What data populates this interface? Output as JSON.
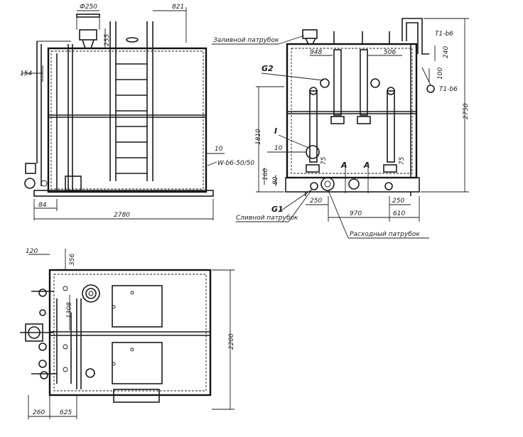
{
  "labels": {
    "inlet_pipe": "Заливной патрубок",
    "drain_pipe": "Сливной патрубок",
    "outlet_pipe": "Расходный патрубок",
    "g2": "G2",
    "g1": "G1",
    "section_I": "I",
    "section_A1": "A",
    "section_A2": "A",
    "t1_b6_top": "T1-b6",
    "t1_b6_mid": "T1-b6",
    "w_b6": "W-b6-50/50"
  },
  "dimensions": {
    "d250": "Ф250",
    "d821": "821",
    "d255": "255",
    "d154": "154",
    "d10_front": "10",
    "d84": "84",
    "d2780": "2780",
    "d948": "948",
    "d506": "506",
    "d240": "240",
    "d100": "100",
    "d2750": "2750",
    "d1810": "1810",
    "d10_side": "10",
    "d160": "160",
    "d80": "80",
    "d75a": "75",
    "d75b": "75",
    "d250b": "250",
    "d250c": "250",
    "d970": "970",
    "d610": "610",
    "d120": "120",
    "d356": "356",
    "d1308": "1308",
    "d2200": "2200",
    "d260": "260",
    "d625": "625"
  }
}
